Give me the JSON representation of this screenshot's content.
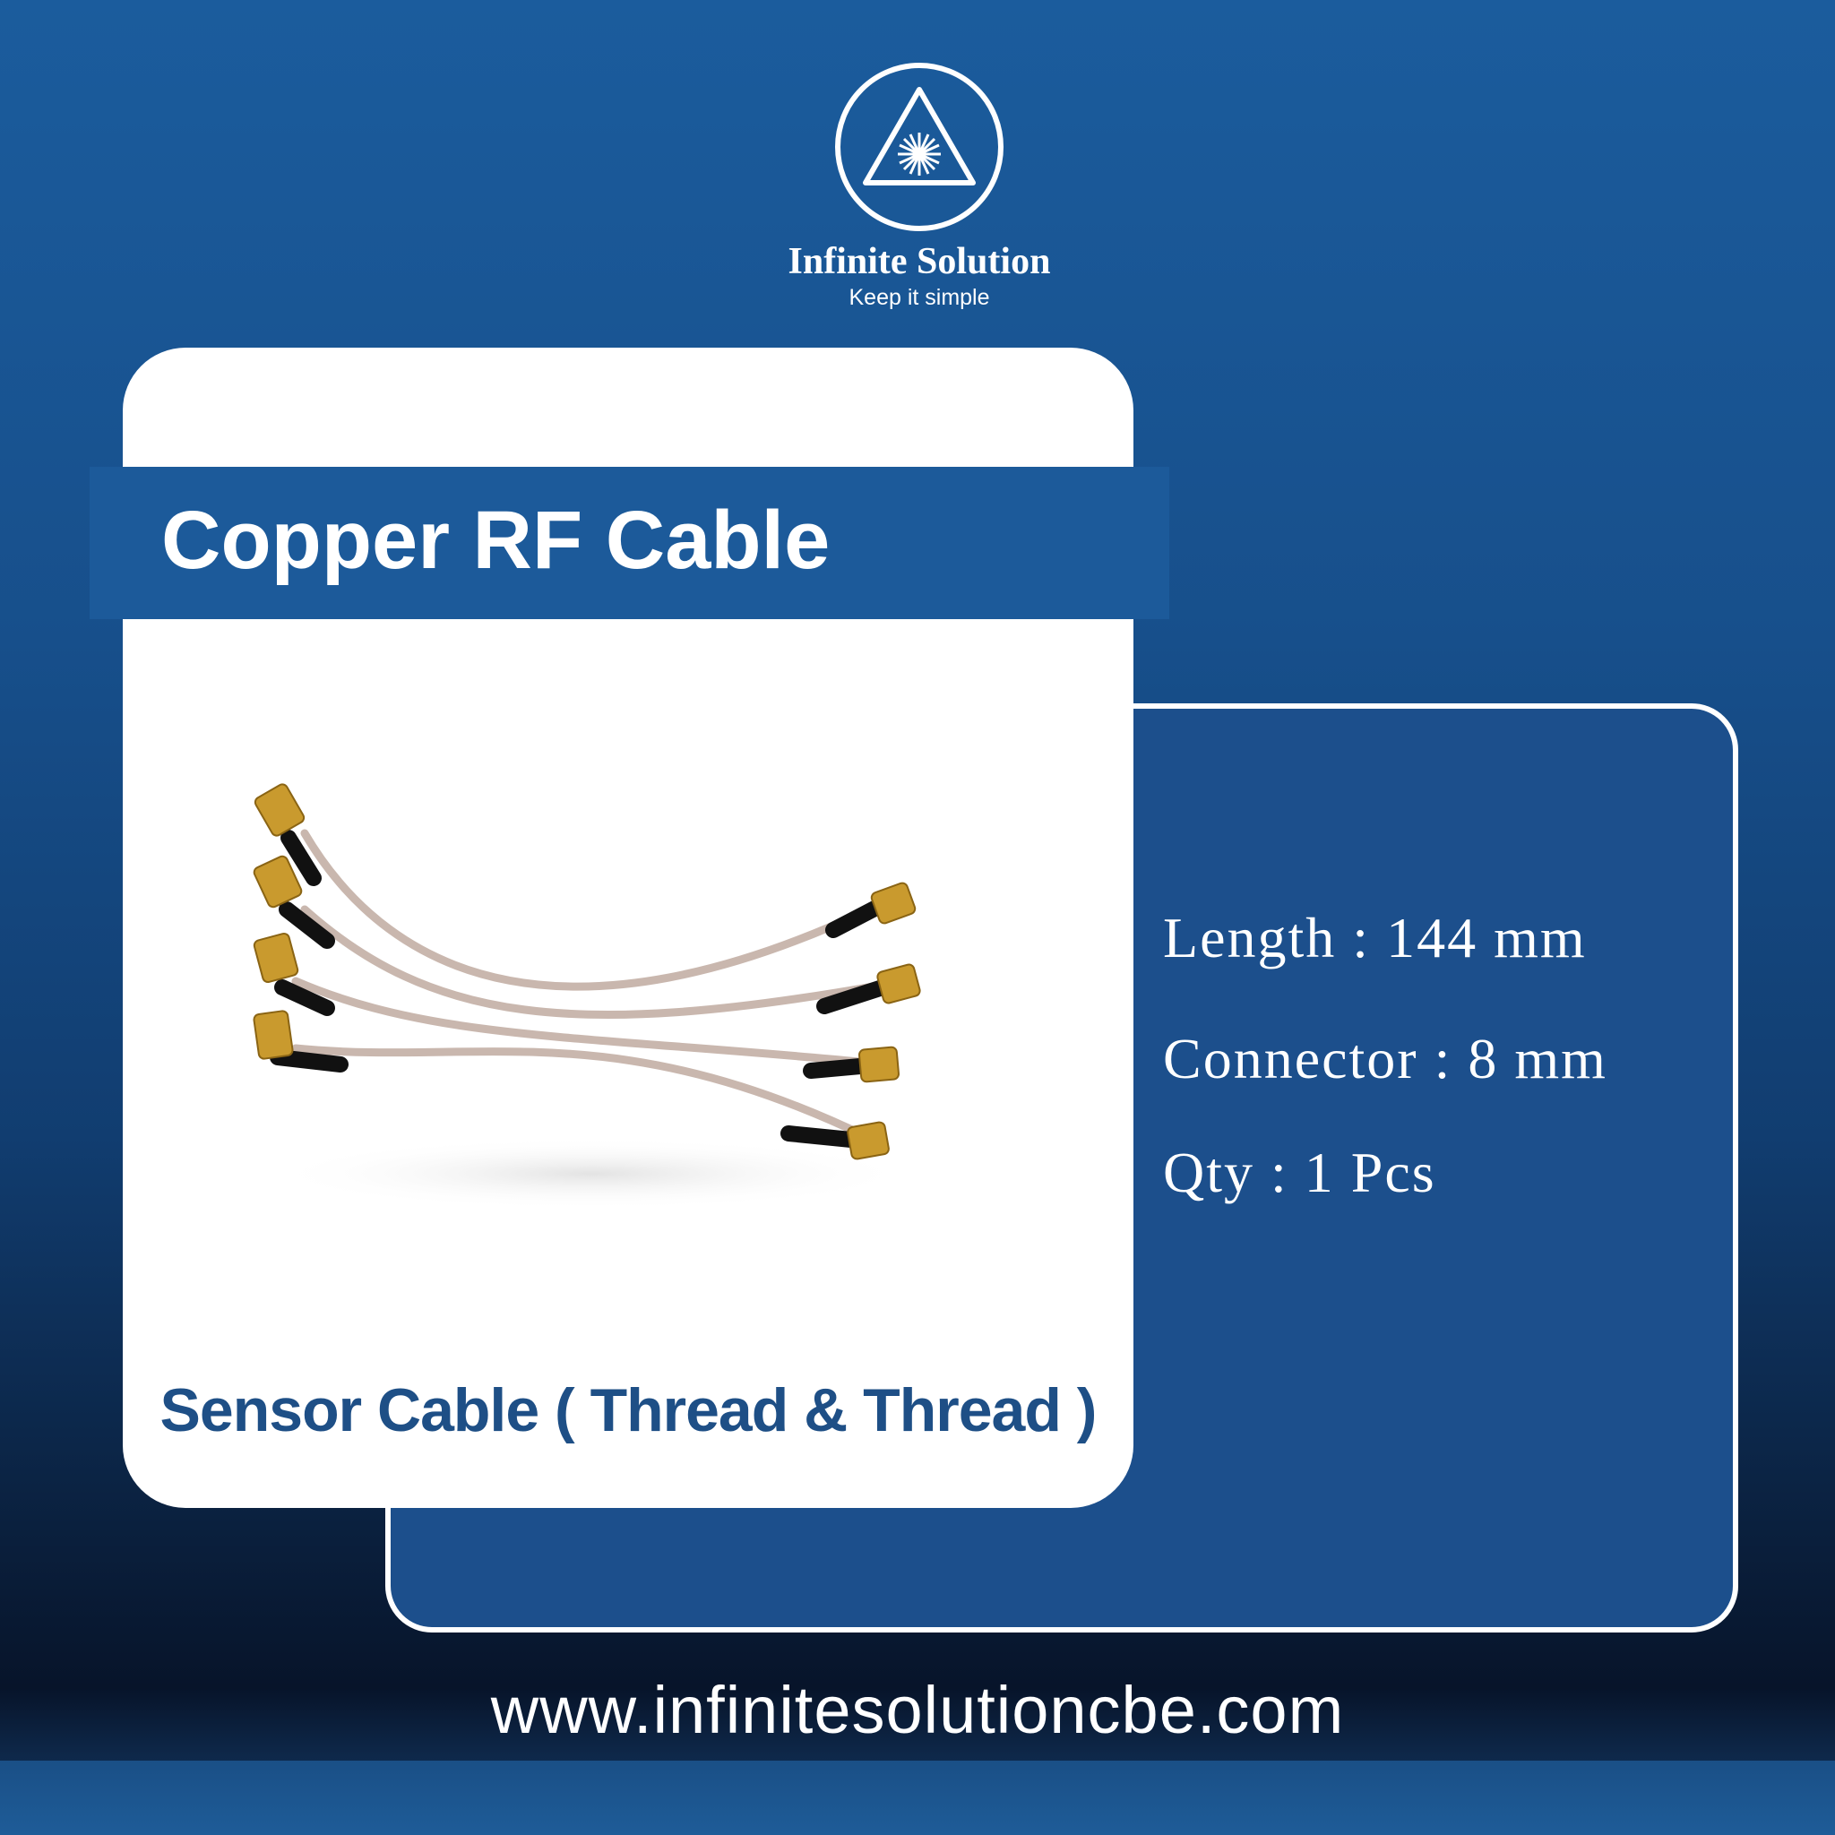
{
  "brand": {
    "name": "Infinite Solution",
    "tagline": "Keep it simple",
    "logo_icon": "triangle-starburst-icon"
  },
  "card": {
    "title": "Copper RF Cable",
    "subtitle": "Sensor Cable ( Thread & Thread )",
    "product_image": "rf-cable-bundle"
  },
  "specs": {
    "length": "Length : 144 mm",
    "connector": "Connector : 8 mm",
    "qty": "Qty : 1 Pcs"
  },
  "footer": {
    "website": "www.infinitesolutioncbe.com"
  },
  "colors": {
    "brand_blue": "#1c5a9a",
    "panel_blue": "#1c4f8c",
    "subtitle_blue": "#1e4f86",
    "connector_gold": "#c99a2e",
    "cable_tan": "#c9b7ae"
  }
}
